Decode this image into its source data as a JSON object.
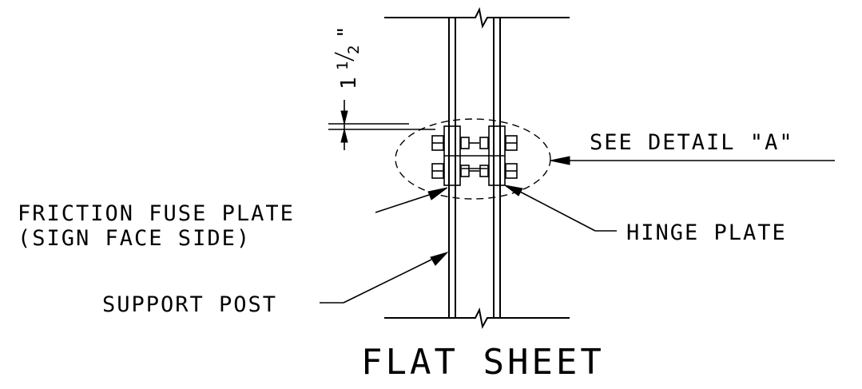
{
  "labels": {
    "see_detail": "SEE DETAIL \"A\"",
    "friction_line1": "FRICTION FUSE PLATE",
    "friction_line2": "(SIGN FACE SIDE)",
    "hinge_plate": "HINGE PLATE",
    "support_post": "SUPPORT POST",
    "title": "FLAT SHEET"
  },
  "dimension": {
    "whole": "1",
    "numerator": "1",
    "denominator": "2",
    "unit": "\""
  }
}
